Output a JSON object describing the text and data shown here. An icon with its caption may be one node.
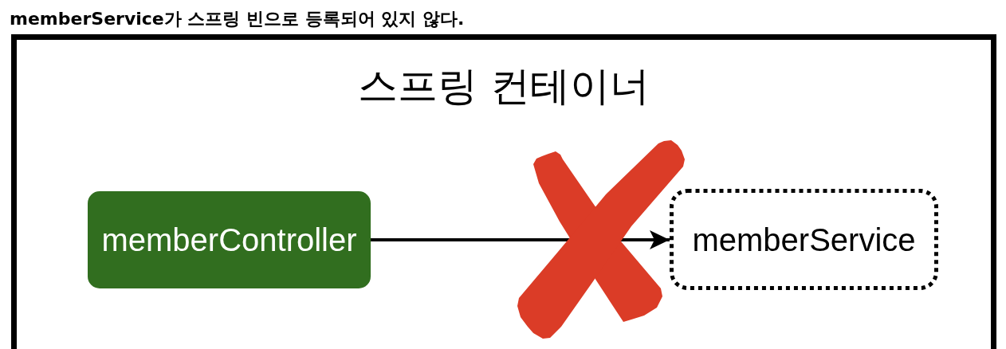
{
  "diagram": {
    "title": "memberService가 스프링 빈으로 등록되어 있지 않다.",
    "nodes": [
      {
        "text": [
          "스프링 컨테이너"
        ]
      },
      {
        "text": [
          "memberController"
        ],
        "in": 0
      },
      {
        "text": [
          "memberService"
        ],
        "in": 0
      }
    ],
    "edges": [
      {
        "from": 1,
        "to": 2,
        "arrow": "to"
      }
    ]
  }
}
